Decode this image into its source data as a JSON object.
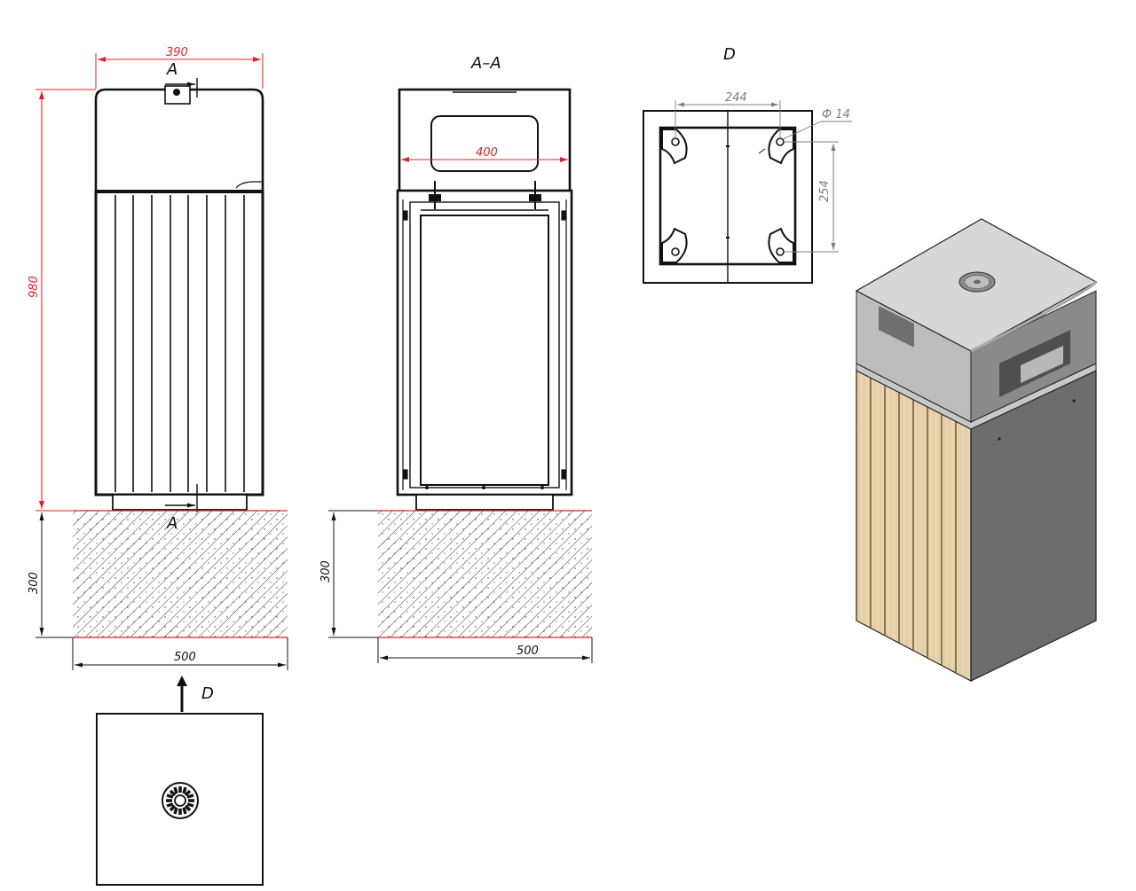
{
  "views": {
    "front": {
      "section_marker_top": "A",
      "section_marker_bottom": "A"
    },
    "section": {
      "title": "A–A"
    },
    "detail": {
      "title": "D"
    },
    "top": {
      "view_arrow_label": "D"
    }
  },
  "dimensions": {
    "width_top": "390",
    "height_total": "980",
    "foundation_height_front": "300",
    "foundation_width_front": "500",
    "opening_width": "400",
    "foundation_height_section": "300",
    "foundation_width_section": "500",
    "bolt_spacing_x": "244",
    "bolt_spacing_y": "254",
    "hole_diameter": "Ф 14"
  },
  "colors": {
    "outline": "#111111",
    "dimension_red": "#e0202a",
    "dimension_gray": "#7d7d7d",
    "wood": "#e7d3ad",
    "steel_light": "#d9d9d9",
    "steel_dark": "#6e6e6e"
  }
}
